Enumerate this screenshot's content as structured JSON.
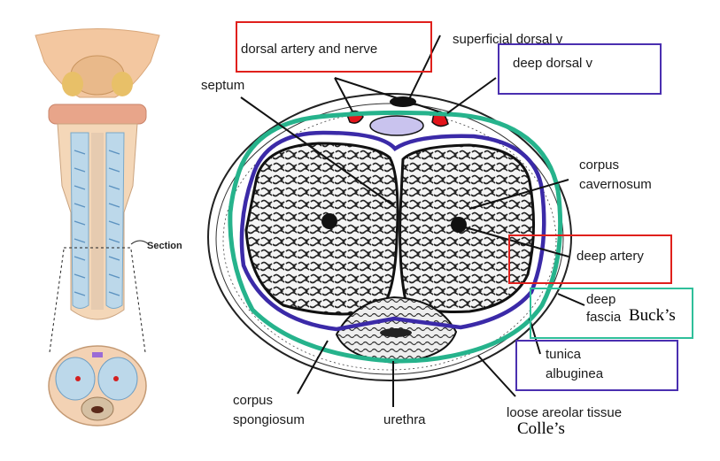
{
  "labels": {
    "dorsal_artery_nerve": "dorsal artery and nerve",
    "superficial_dorsal_v": "superficial dorsal v",
    "deep_dorsal_v": "deep dorsal v",
    "septum": "septum",
    "corpus_cavernosum_1": "corpus",
    "corpus_cavernosum_2": "cavernosum",
    "deep_artery": "deep artery",
    "deep_fascia_1": "deep",
    "deep_fascia_2": "fascia",
    "bucks": "Buck’s",
    "tunica_1": "tunica",
    "tunica_2": "albuginea",
    "corpus_spongiosum_1": "corpus",
    "corpus_spongiosum_2": "spongiosum",
    "urethra": "urethra",
    "loose_areolar": "loose areolar tissue",
    "colles": "Colle’s",
    "section": "Section"
  },
  "colors": {
    "red_box": "#e0201c",
    "purple_box": "#4a2fb0",
    "teal_box": "#2fbf9a",
    "teal_line": "#26b38c",
    "purple_line": "#3b2aa8",
    "vessel_red": "#e3141b",
    "vein_lilac": "#c9c3ee"
  }
}
